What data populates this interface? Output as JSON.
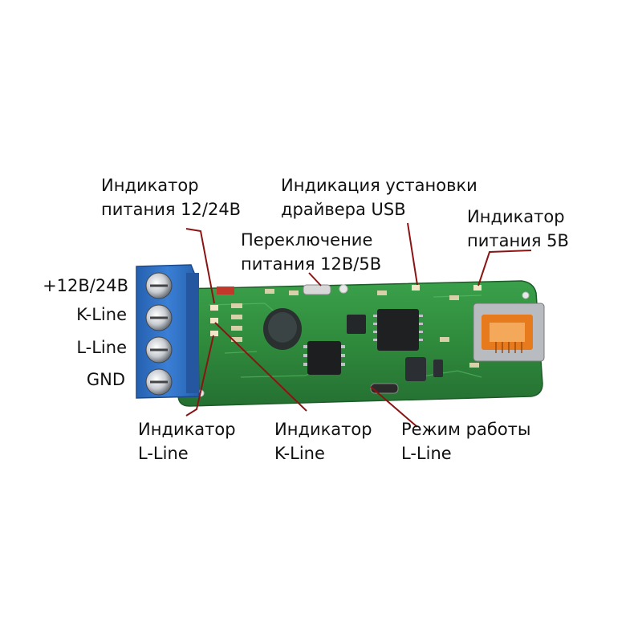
{
  "labels": {
    "power_indicator_1224": [
      "Индикатор",
      "питания 12/24В"
    ],
    "usb_driver_indication": [
      "Индикация установки",
      "драйвера USB"
    ],
    "power_indicator_5v": [
      "Индикатор",
      "питания 5В"
    ],
    "power_switch": [
      "Переключение",
      "питания 12В/5В"
    ],
    "indicator_l_line": [
      "Индикатор",
      "L-Line"
    ],
    "indicator_k_line": [
      "Индикатор",
      "K-Line"
    ],
    "mode_l_line": [
      "Режим работы",
      "L-Line"
    ]
  },
  "terminals": [
    "+12В/24В",
    "K-Line",
    "L-Line",
    "GND"
  ],
  "colors": {
    "pcb": "#2f8a3c",
    "terminal_block": "#2f6fc4",
    "usb_connector": "#e87a1e",
    "pointer_lines": "#8a1414"
  }
}
